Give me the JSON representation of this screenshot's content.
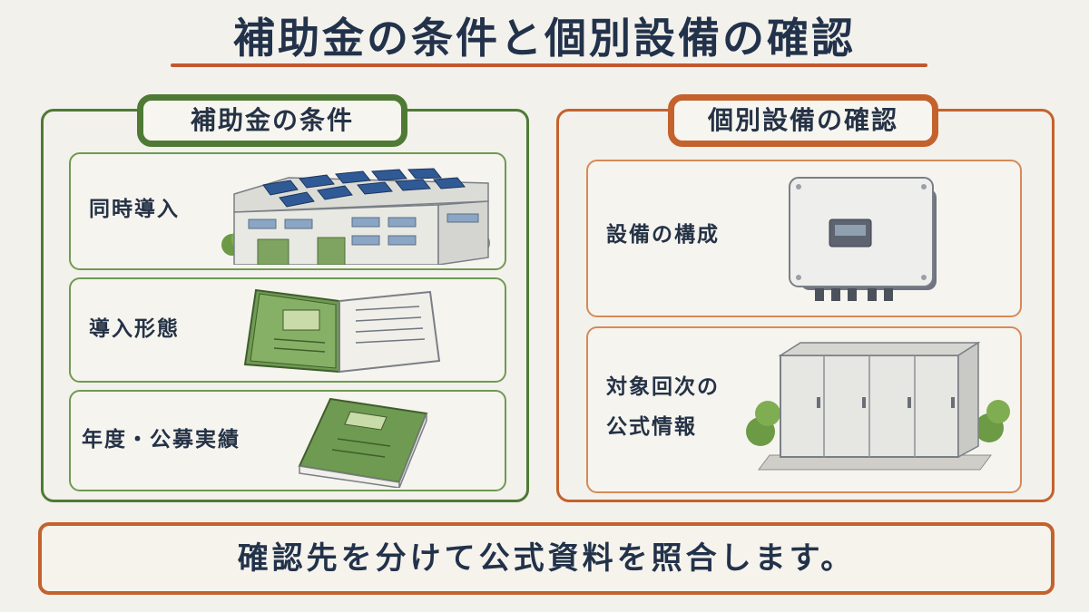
{
  "title": "補助金の条件と個別設備の確認",
  "left_panel": {
    "heading": "補助金の条件",
    "items": [
      {
        "label": "同時導入",
        "icon": "factory-with-solar-panels-icon"
      },
      {
        "label": "導入形態",
        "icon": "open-book-icon"
      },
      {
        "label": "年度・公募実績",
        "icon": "closed-book-icon"
      }
    ]
  },
  "right_panel": {
    "heading": "個別設備の確認",
    "items": [
      {
        "label": "設備の構成",
        "icon": "power-conditioner-icon"
      },
      {
        "label_line1": "対象回次の",
        "label_line2": "公式情報",
        "icon": "electrical-cabinet-icon"
      }
    ]
  },
  "footer": {
    "text": "確認先を分けて公式資料を照合します。"
  },
  "colors": {
    "background": "#f3f1ec",
    "green_accent": "#4f7a35",
    "orange_accent": "#c4622d",
    "text": "#253246"
  }
}
